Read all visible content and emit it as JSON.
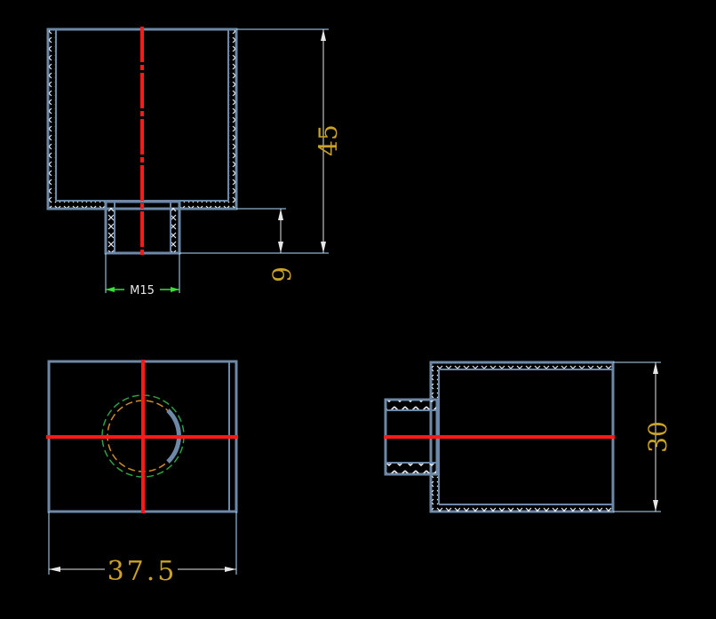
{
  "drawing": {
    "colors": {
      "background": "#000000",
      "outline": "#6e88a8",
      "centerline": "#ff1a1a",
      "dimension_line": "#b0e0ff",
      "dimension_text": "#c9a227",
      "thread_circle_green": "#2ea043",
      "thread_circle_orange": "#d08c2a",
      "hatch": "#e8eef6",
      "arrow_green": "#3ddc3d"
    },
    "dimensions": {
      "height_overall": "45",
      "neck_height": "9",
      "thread": "M15",
      "width": "37.5",
      "side_height": "30"
    }
  }
}
